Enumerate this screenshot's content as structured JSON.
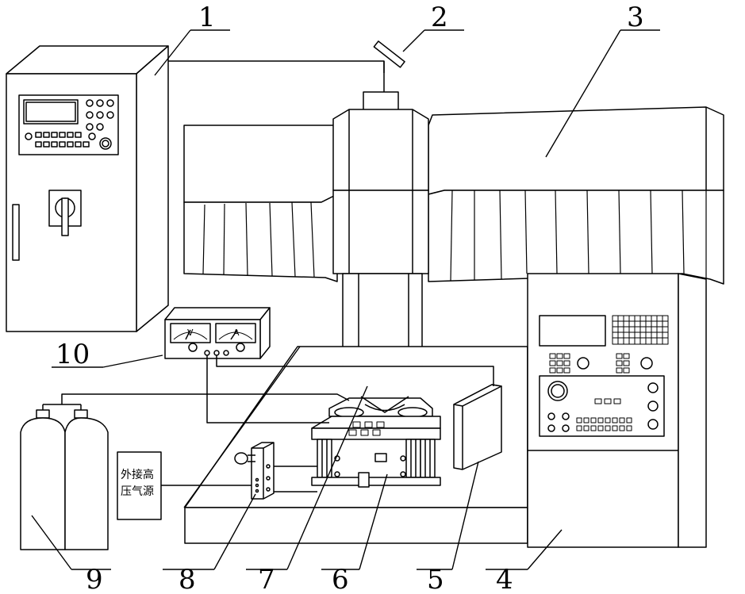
{
  "callouts": [
    {
      "id": "1",
      "text": "1"
    },
    {
      "id": "2",
      "text": "2"
    },
    {
      "id": "3",
      "text": "3"
    },
    {
      "id": "4",
      "text": "4"
    },
    {
      "id": "5",
      "text": "5"
    },
    {
      "id": "6",
      "text": "6"
    },
    {
      "id": "7",
      "text": "7"
    },
    {
      "id": "8",
      "text": "8"
    },
    {
      "id": "9",
      "text": "9"
    },
    {
      "id": "10",
      "text": "10"
    }
  ],
  "external_air_label": {
    "line1": "外接高",
    "line2": "压气源"
  },
  "meter": {
    "left": "V",
    "right": "A"
  },
  "colors": {
    "stroke": "#000000",
    "background": "#ffffff"
  }
}
